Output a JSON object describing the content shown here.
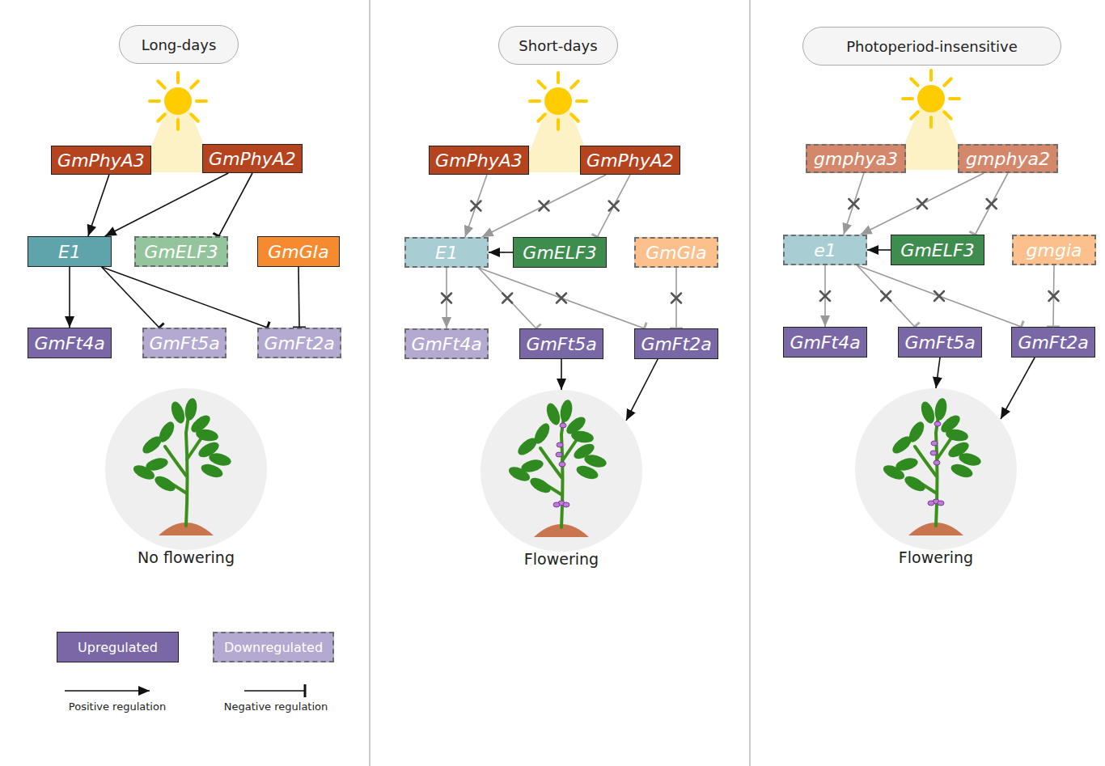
{
  "diagram": {
    "nodes": [
      {
        "text": [
          "Long-days"
        ]
      },
      {
        "text": [
          "GmPhyA3"
        ]
      },
      {
        "text": [
          "GmPhyA2"
        ]
      },
      {
        "text": [
          "E1"
        ]
      },
      {
        "text": [
          "GmELF3"
        ]
      },
      {
        "text": [
          "GmGIa"
        ]
      },
      {
        "text": [
          "GmFt4a"
        ]
      },
      {
        "text": [
          "GmFt5a"
        ]
      },
      {
        "text": [
          "GmFt2a"
        ]
      },
      {
        "text": [
          "No flowering"
        ]
      },
      {
        "text": [
          "Short-days"
        ]
      },
      {
        "text": [
          "GmPhyA3"
        ]
      },
      {
        "text": [
          "GmPhyA2"
        ]
      },
      {
        "text": [
          "E1"
        ]
      },
      {
        "text": [
          "GmELF3"
        ]
      },
      {
        "text": [
          "GmGIa"
        ]
      },
      {
        "text": [
          "GmFt4a"
        ]
      },
      {
        "text": [
          "GmFt5a"
        ]
      },
      {
        "text": [
          "GmFt2a"
        ]
      },
      {
        "text": [
          "Flowering"
        ]
      },
      {
        "text": [
          "Photoperiod-insensitive"
        ]
      },
      {
        "text": [
          "gmphya3"
        ]
      },
      {
        "text": [
          "gmphya2"
        ]
      },
      {
        "text": [
          "e1"
        ]
      },
      {
        "text": [
          "GmELF3"
        ]
      },
      {
        "text": [
          "gmgia"
        ]
      },
      {
        "text": [
          "GmFt4a"
        ]
      },
      {
        "text": [
          "GmFt5a"
        ]
      },
      {
        "text": [
          "GmFt2a"
        ]
      },
      {
        "text": [
          "Flowering"
        ]
      }
    ],
    "edges": [
      {
        "from": 1,
        "to": 3,
        "arrow": "to"
      },
      {
        "from": 2,
        "to": 3,
        "arrow": "to"
      },
      {
        "from": 2,
        "to": 4,
        "arrow": "to"
      },
      {
        "from": 5,
        "to": 8,
        "arrow": "to"
      },
      {
        "from": 3,
        "to": 6,
        "arrow": "to"
      },
      {
        "from": 3,
        "to": 7,
        "arrow": "to"
      },
      {
        "from": 3,
        "to": 8,
        "arrow": "to"
      },
      {
        "from": 11,
        "to": 13,
        "arrow": "to"
      },
      {
        "from": 12,
        "to": 13,
        "arrow": "to"
      },
      {
        "from": 12,
        "to": 14,
        "arrow": "to"
      },
      {
        "from": 14,
        "to": 13,
        "arrow": "to"
      },
      {
        "from": 15,
        "to": 18,
        "arrow": "to"
      },
      {
        "from": 13,
        "to": 16,
        "arrow": "to"
      },
      {
        "from": 13,
        "to": 17,
        "arrow": "to"
      },
      {
        "from": 13,
        "to": 18,
        "arrow": "to"
      },
      {
        "from": 17,
        "to": 19,
        "arrow": "to"
      },
      {
        "from": 18,
        "to": 19,
        "arrow": "to"
      },
      {
        "from": 21,
        "to": 23,
        "arrow": "to"
      },
      {
        "from": 22,
        "to": 23,
        "arrow": "to"
      },
      {
        "from": 22,
        "to": 24,
        "arrow": "to"
      },
      {
        "from": 24,
        "to": 23,
        "arrow": "to"
      },
      {
        "from": 25,
        "to": 28,
        "arrow": "to"
      },
      {
        "from": 23,
        "to": 26,
        "arrow": "to"
      },
      {
        "from": 23,
        "to": 27,
        "arrow": "to"
      },
      {
        "from": 23,
        "to": 28,
        "arrow": "to"
      },
      {
        "from": 27,
        "to": 29,
        "arrow": "to"
      },
      {
        "from": 28,
        "to": 29,
        "arrow": "to"
      }
    ],
    "legend": [
      {
        "text": "Upregulated",
        "color": "#7a67a5"
      },
      {
        "text": "Downregulated",
        "color": "#b4a9d1"
      },
      {
        "text": "Positive regulation"
      },
      {
        "text": "Negative regulation"
      }
    ]
  }
}
